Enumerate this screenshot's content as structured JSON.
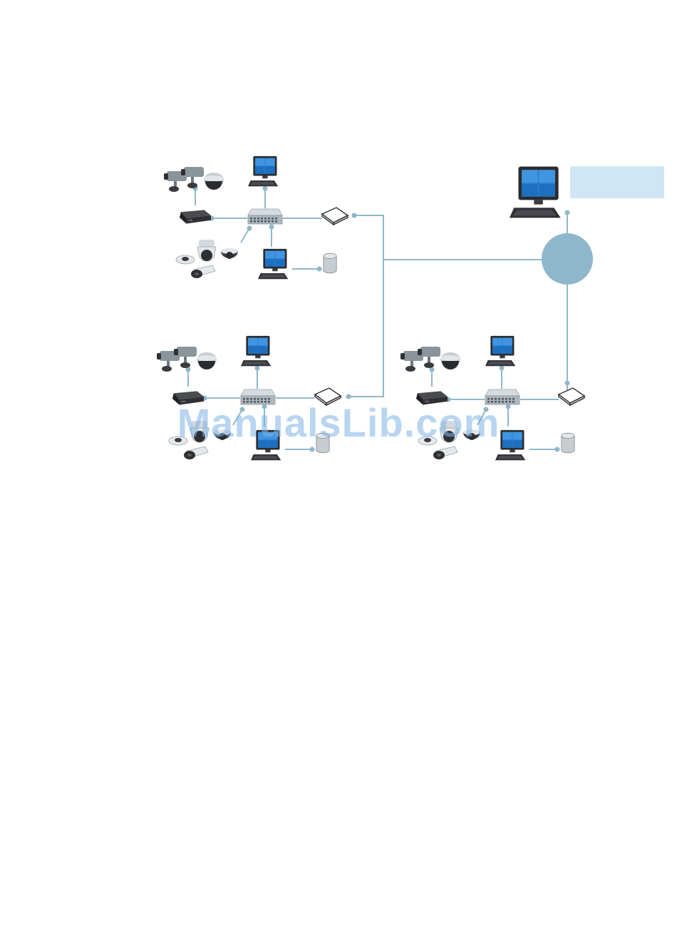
{
  "watermark": {
    "text": "ManualsLib.com"
  },
  "colors": {
    "link": "#8fb7c9",
    "cloud": "#8fb7cb",
    "tab": "#cfe6f4",
    "device_dark": "#2f2f33",
    "switch": "#bfc6cc",
    "screen": "#2a7fd0"
  },
  "icons": {
    "cloud": "network-cloud-icon",
    "switch": "network-switch-icon",
    "router": "router-icon",
    "encoder": "video-encoder-icon",
    "pc": "computer-icon",
    "storage": "storage-icon",
    "cameras": "camera-group-icon",
    "domes": "dome-camera-group-icon"
  },
  "sites": [
    {
      "id": "site-1"
    },
    {
      "id": "site-2"
    },
    {
      "id": "site-3"
    }
  ]
}
